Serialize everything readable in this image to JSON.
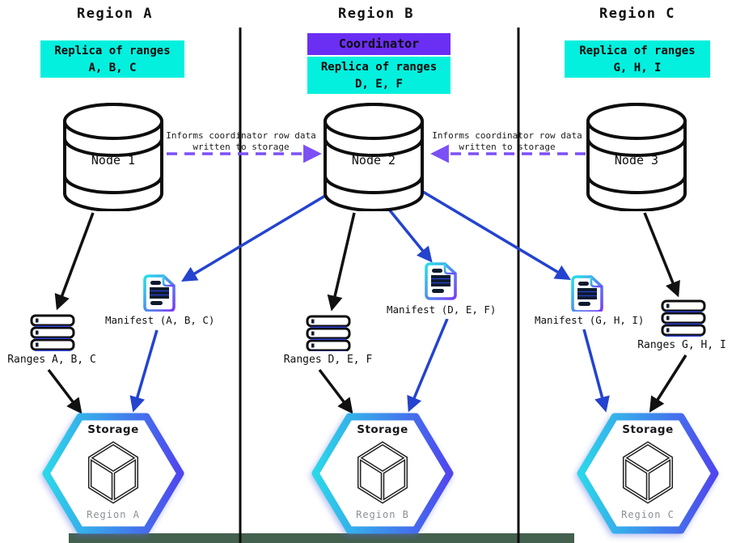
{
  "diagram_title": "Multi-region replication diagram",
  "regions": [
    {
      "header": "Region A",
      "replica_line1": "Replica of ranges",
      "replica_line2": "A, B, C",
      "node_label": "Node 1",
      "ranges_label": "Ranges A, B, C",
      "manifest_label": "Manifest (A, B, C)",
      "storage_title": "Storage",
      "storage_region": "Region A"
    },
    {
      "header": "Region B",
      "coordinator_label": "Coordinator",
      "replica_line1": "Replica of ranges",
      "replica_line2": "D, E, F",
      "node_label": "Node 2",
      "ranges_label": "Ranges D, E, F",
      "manifest_label": "Manifest (D, E, F)",
      "storage_title": "Storage",
      "storage_region": "Region B"
    },
    {
      "header": "Region C",
      "replica_line1": "Replica of ranges",
      "replica_line2": "G, H, I",
      "node_label": "Node 3",
      "ranges_label": "Ranges G, H, I",
      "manifest_label": "Manifest (G, H, I)",
      "storage_title": "Storage",
      "storage_region": "Region C"
    }
  ],
  "informs_label": {
    "line1": "Informs coordinator row data",
    "line2": "written to storage"
  },
  "colors": {
    "replica_cyan": "#04F0DE",
    "coordinator_purple": "#6B2EF3",
    "dashed_arrow_purple": "#7B50F5",
    "solid_arrow_blue": "#2443CF",
    "solid_arrow_black": "#111111",
    "hexagon_gradient_start": "#2BD7E9",
    "hexagon_gradient_end": "#4F46EE",
    "manifest_gradient_start": "#25E2E8",
    "manifest_gradient_end": "#7B3BF7",
    "bottom_band": "#44604E"
  }
}
